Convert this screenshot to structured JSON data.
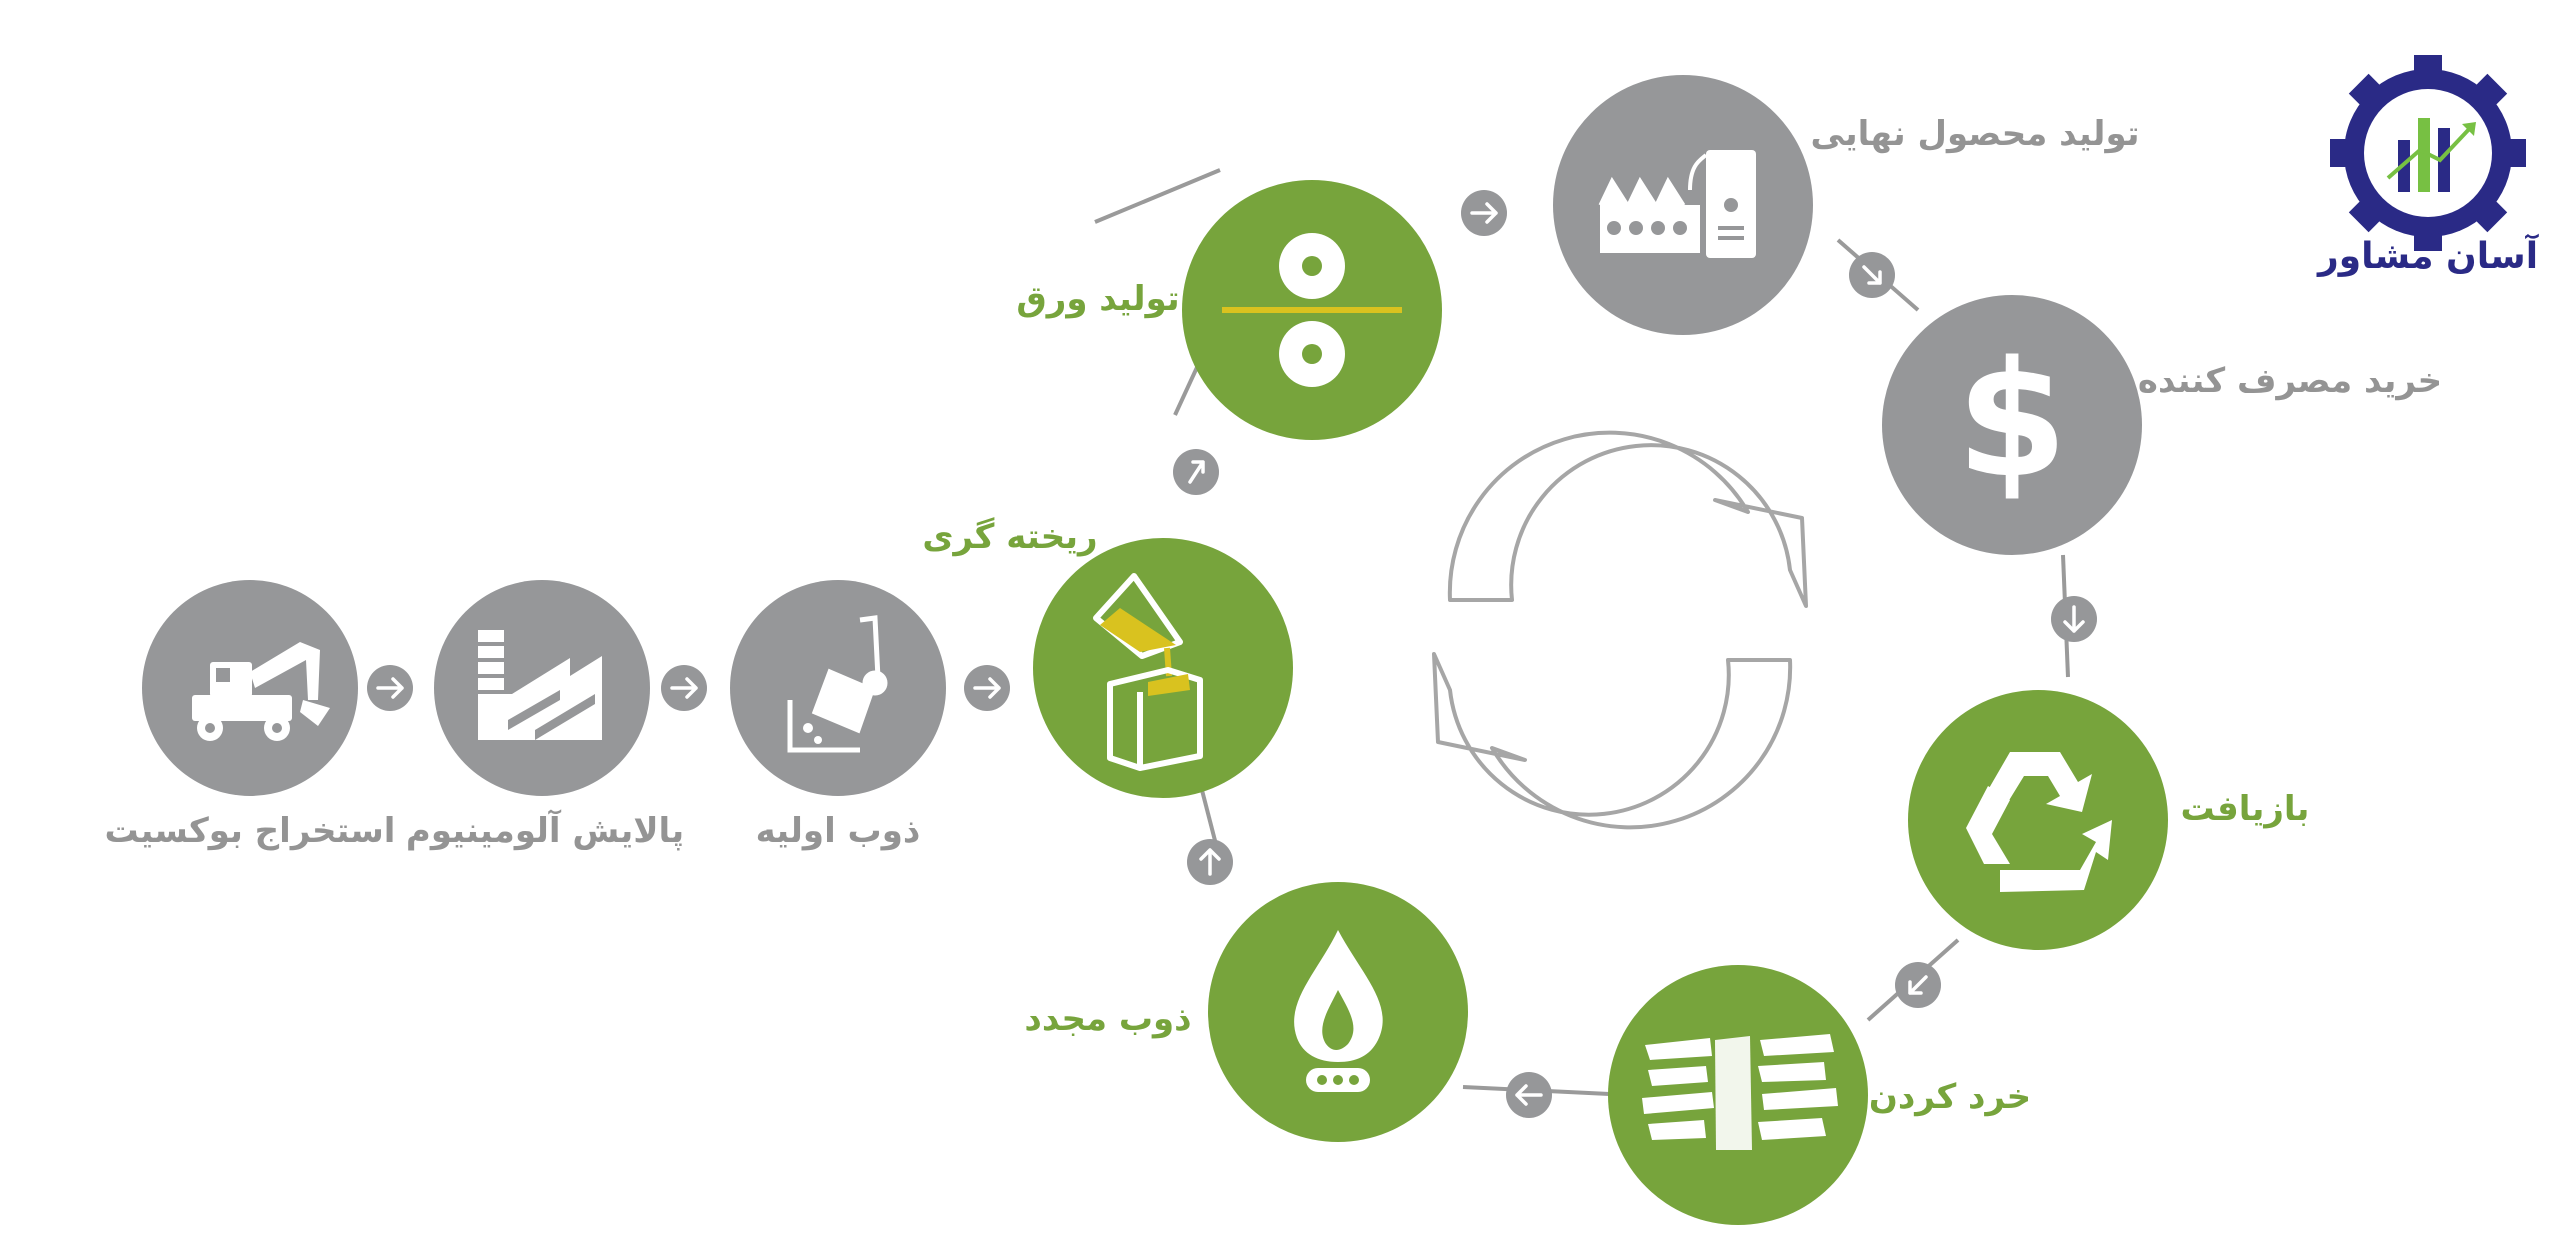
{
  "logo": {
    "text": "آسان مشاور"
  },
  "stages": {
    "bauxite": "استخراج بوکسیت",
    "refining": "پالایش آلومینیوم",
    "smelting": "ذوب اولیه",
    "casting": "ریخته گری",
    "rolling": "تولید ورق",
    "manufacturing": "تولید محصول نهایی",
    "consumer": "خرید مصرف کننده",
    "recycling": "بازیافت",
    "shredding": "خرد کردن",
    "remelting": "ذوب مجدد"
  },
  "colors": {
    "gray": "#969799",
    "green": "#77a43c",
    "brand": "#2a2a86",
    "accent": "#d9c21f"
  }
}
